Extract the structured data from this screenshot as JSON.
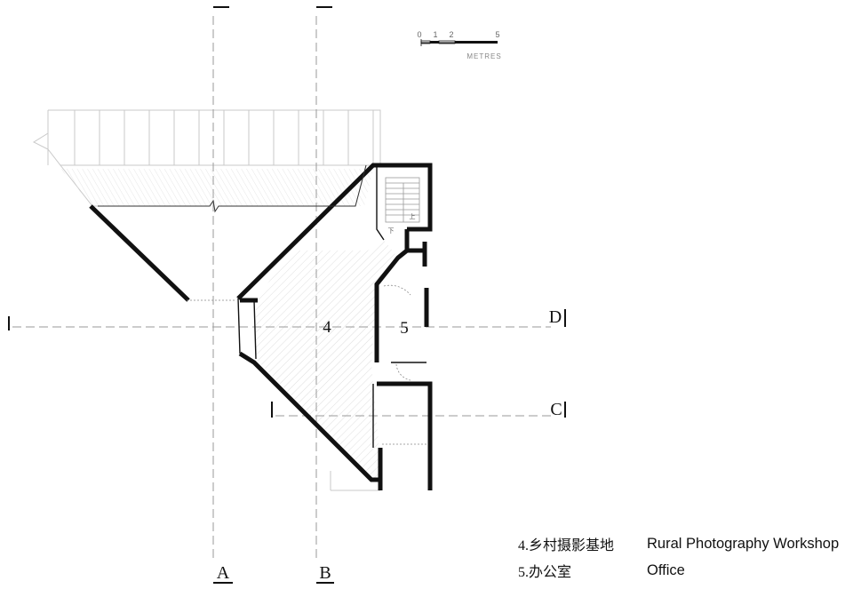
{
  "plan": {
    "room_labels": [
      "4",
      "5"
    ],
    "stair_labels": [
      "上",
      "下"
    ],
    "section_marks": {
      "a": "A",
      "b": "B",
      "c": "C",
      "d": "D"
    }
  },
  "scale_bar": {
    "ticks": [
      "0",
      "1",
      "2",
      "5"
    ],
    "unit": "METRES"
  },
  "legend": [
    {
      "cn": "4.乡村摄影基地",
      "en": "Rural Photography Workshop"
    },
    {
      "cn": "5.办公室",
      "en": "Office"
    }
  ],
  "colors": {
    "wall": "#111111",
    "section_line": "#9a9a9a",
    "light_line": "#c8c8c8",
    "hatch": "#d2d2d2"
  }
}
